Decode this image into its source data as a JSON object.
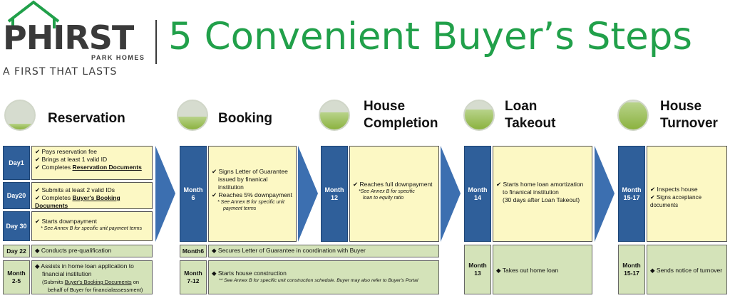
{
  "logo": {
    "brand": "PHIRST",
    "sub": "PARK HOMES",
    "tagline": "A FIRST THAT LASTS"
  },
  "title": "5 Convenient Buyer’s Steps",
  "steps": [
    {
      "label": "Reservation",
      "fill_level": 0.2
    },
    {
      "label_line1": "",
      "label": "Booking",
      "fill_level": 0.45
    },
    {
      "label_line1": "House",
      "label_line2": "Completion",
      "fill_level": 0.6
    },
    {
      "label_line1": "Loan",
      "label_line2": "Takeout",
      "fill_level": 0.7
    },
    {
      "label_line1": "House",
      "label_line2": "Turnover",
      "fill_level": 0.95
    }
  ],
  "reservation": {
    "day1": {
      "label": "Day1",
      "lines": [
        "✔ Pays reservation fee",
        "✔ Brings at least 1 valid ID",
        "✔ Completes "
      ],
      "link": "Reservation Documents"
    },
    "day20": {
      "label": "Day20",
      "lines": [
        "✔ Submits at least 2 valid IDs",
        "✔ Completes "
      ],
      "link": "Buyer's Booking Documents"
    },
    "day30": {
      "label": "Day 30",
      "line": "✔ Starts downpayment",
      "note": "* See Annex B for specific unit payment terms"
    },
    "day22": {
      "label": "Day 22",
      "text": "◆  Conducts pre-qualification"
    },
    "month25": {
      "label1": "Month",
      "label2": "2-5",
      "line1": "◆  Assists in  home loan application to",
      "line2": "financial institution",
      "line3a": "(Submits ",
      "link": "Buyer's Booking Documents",
      "line3b": " on",
      "line4": "behalf of Buyer for financialassessment)"
    }
  },
  "booking": {
    "month_label1": "Month",
    "month_label2": "6",
    "lines": [
      "✔ Signs Letter of Guarantee",
      "issued by finanical",
      "institution",
      "✔ Reaches 5% downpayment"
    ],
    "note1": "* See Annex B for specific unit",
    "note2": "payment terms",
    "month6": {
      "label": "Month6",
      "text": "◆  Secures Letter of Guarantee in coordination with Buyer"
    },
    "month712": {
      "label1": "Month",
      "label2": "7-12",
      "text": "◆  Starts house construction",
      "note": "** See Annex B for specific unit construction schedule. Buyer may also refer to Buyer's Portal"
    }
  },
  "completion": {
    "month_label1": "Month",
    "month_label2": "12",
    "line": "✔ Reaches full downpayment",
    "note1": "*See Annex B for specific",
    "note2": "loan to equity ratio"
  },
  "loan": {
    "month_label1": "Month",
    "month_label2": "14",
    "lines": [
      "✔ Starts home loan amortization",
      "to finanical institution",
      "(30 days after Loan Takeout)"
    ],
    "month13": {
      "label1": "Month",
      "label2": "13",
      "text": "◆  Takes out home loan"
    }
  },
  "turnover": {
    "month_label1": "Month",
    "month_label2": "15-17",
    "lines": [
      "✔ Inspects house",
      "✔ Signs acceptance documents"
    ],
    "bottom": {
      "label1": "Month",
      "label2": "15-17",
      "text": "◆  Sends notice of turnover"
    }
  },
  "colors": {
    "title_green": "#21a04a",
    "month_blue": "#2f5f9a",
    "note_yellow": "#fcf8c4",
    "row_green": "#d4e3b9",
    "arrow_blue": "#3c6fb0"
  }
}
